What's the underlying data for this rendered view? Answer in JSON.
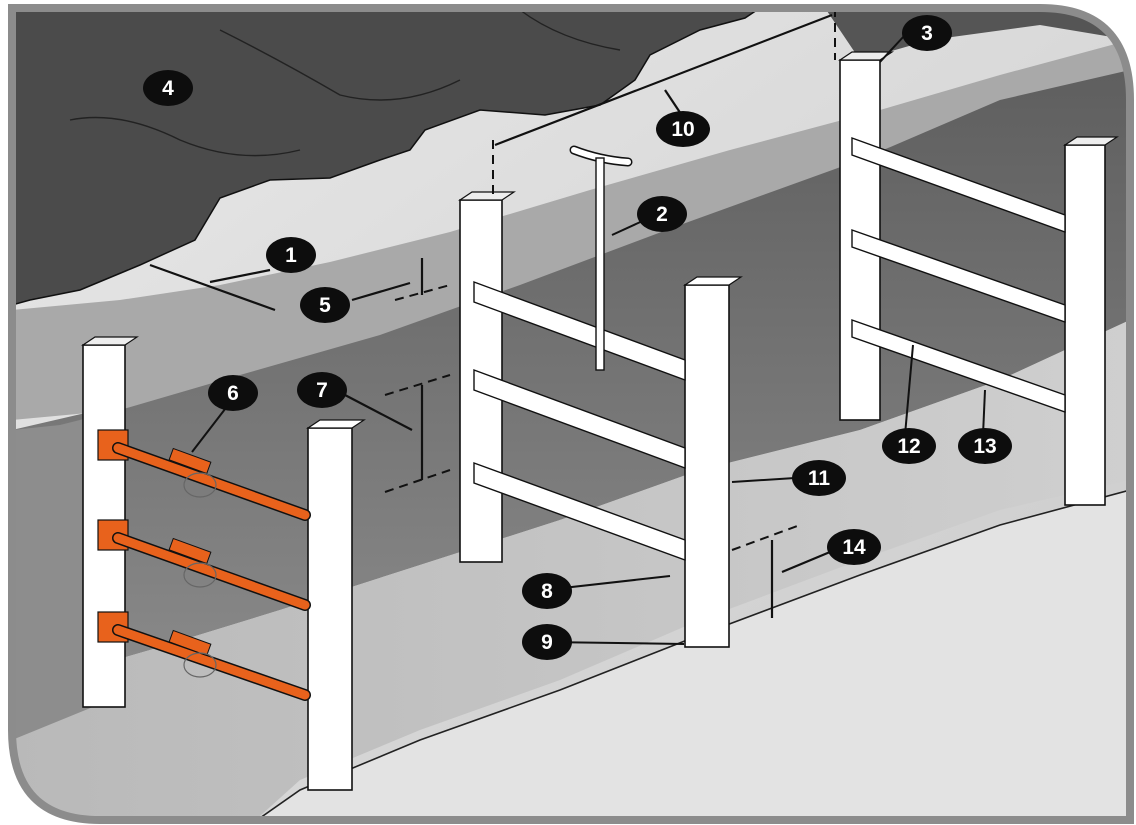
{
  "title": "",
  "colors": {
    "frame": "#8c8c8c",
    "spoil": "#4a4a4a",
    "ground": "#d3d3d3",
    "trench_wall": "#6e6e6e",
    "trench_wall_far": "#5a5a5a",
    "timber": "#ffffff",
    "strut": "#e8621c",
    "callout": "#0d0d0d"
  },
  "callouts": [
    {
      "id": "c1",
      "label": "1"
    },
    {
      "id": "c2",
      "label": "2"
    },
    {
      "id": "c3",
      "label": "3"
    },
    {
      "id": "c4",
      "label": "4"
    },
    {
      "id": "c5",
      "label": "5"
    },
    {
      "id": "c6",
      "label": "6"
    },
    {
      "id": "c7",
      "label": "7"
    },
    {
      "id": "c8",
      "label": "8"
    },
    {
      "id": "c9",
      "label": "9"
    },
    {
      "id": "c10",
      "label": "10"
    },
    {
      "id": "c11",
      "label": "11"
    },
    {
      "id": "c12",
      "label": "12"
    },
    {
      "id": "c13",
      "label": "13"
    },
    {
      "id": "c14",
      "label": "14"
    }
  ]
}
